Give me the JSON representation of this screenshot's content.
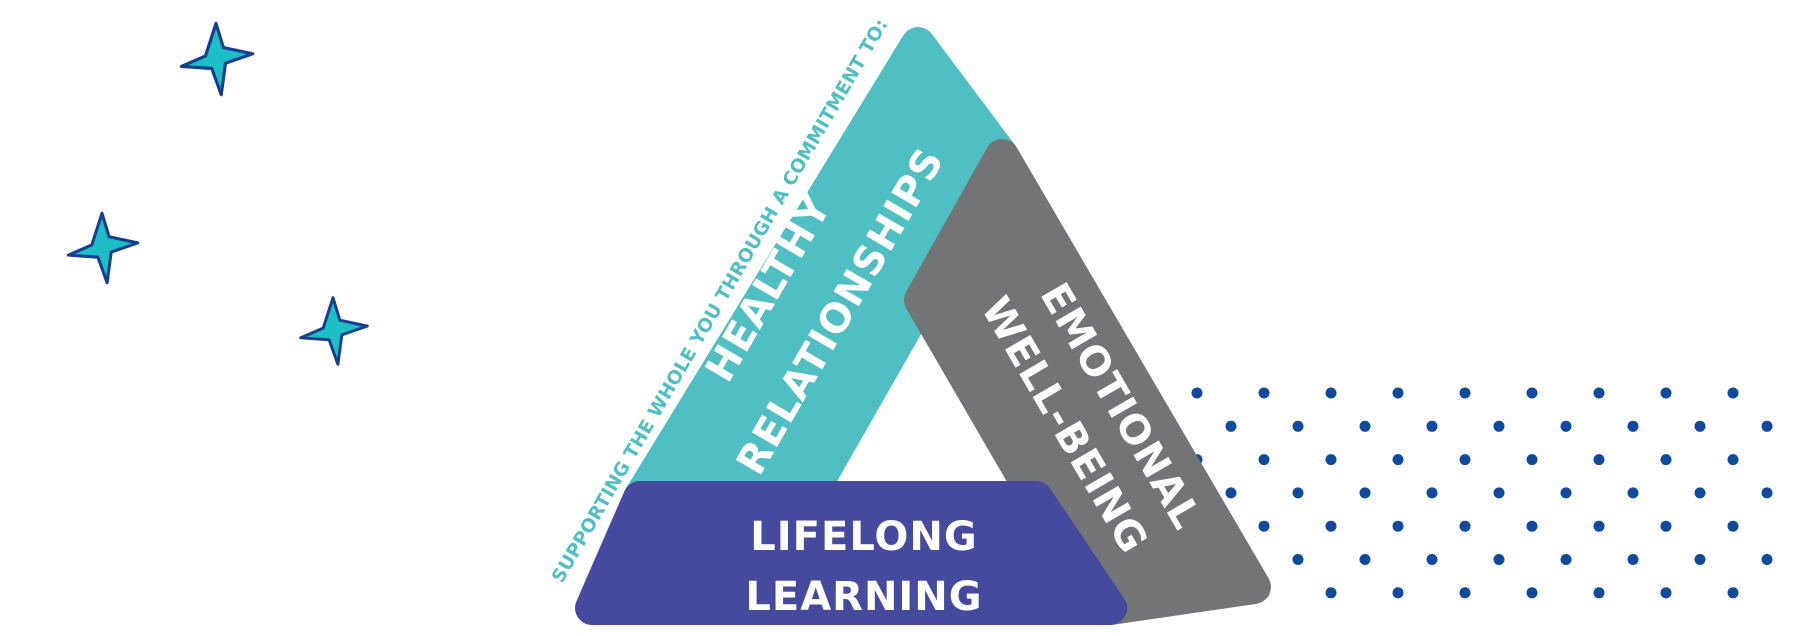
{
  "caption": "SUPPORTING THE WHOLE YOU THROUGH A COMMITMENT TO:",
  "pillars": {
    "healthy_relationships": {
      "line1": "HEALTHY",
      "line2": "RELATIONSHIPS"
    },
    "emotional_well_being": {
      "line1": "EMOTIONAL",
      "line2": "WELL-BEING"
    },
    "lifelong_learning": {
      "line1": "LIFELONG",
      "line2": "LEARNING"
    }
  },
  "colors": {
    "teal": "#4FBFC3",
    "gray": "#727475",
    "indigo": "#464A9E",
    "caption_text": "#4FBFC3",
    "pillar_text": "#FFFFFF",
    "dot": "#0F4A9C",
    "star_fill": "#1BBFC4",
    "star_stroke": "#173E8E"
  }
}
